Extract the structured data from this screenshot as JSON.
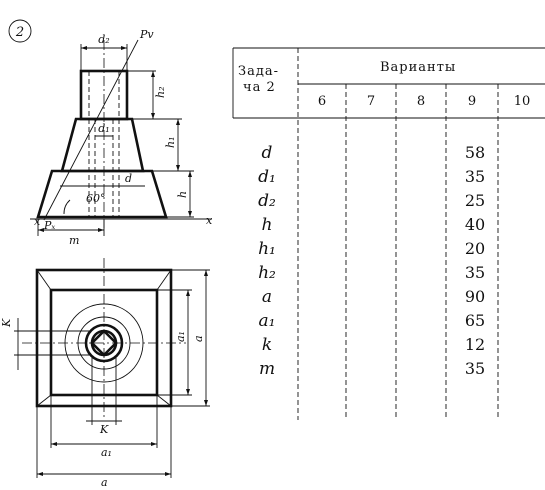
{
  "problem_number": "2",
  "table": {
    "header_left_line1": "Зада-",
    "header_left_line2": "ча 2",
    "header_variants": "Варианты",
    "variant_columns": [
      "6",
      "7",
      "8",
      "9",
      "10"
    ],
    "rows": [
      {
        "param": "d",
        "variant_9": "58"
      },
      {
        "param": "d₁",
        "variant_9": "35"
      },
      {
        "param": "d₂",
        "variant_9": "25"
      },
      {
        "param": "h",
        "variant_9": "40"
      },
      {
        "param": "h₁",
        "variant_9": "20"
      },
      {
        "param": "h₂",
        "variant_9": "35"
      },
      {
        "param": "a",
        "variant_9": "90"
      },
      {
        "param": "a₁",
        "variant_9": "65"
      },
      {
        "param": "k",
        "variant_9": "12"
      },
      {
        "param": "m",
        "variant_9": "35"
      }
    ]
  },
  "drawing_labels": {
    "d2": "d₂",
    "pv": "Pv",
    "h2": "h₂",
    "d1": "d₁",
    "h1": "h₁",
    "d": "d",
    "h": "h",
    "angle": "60°",
    "x_left": "x",
    "px": "Pₓ",
    "m": "m",
    "x_right": "x",
    "k": "K",
    "a1": "a₁",
    "a": "a"
  }
}
